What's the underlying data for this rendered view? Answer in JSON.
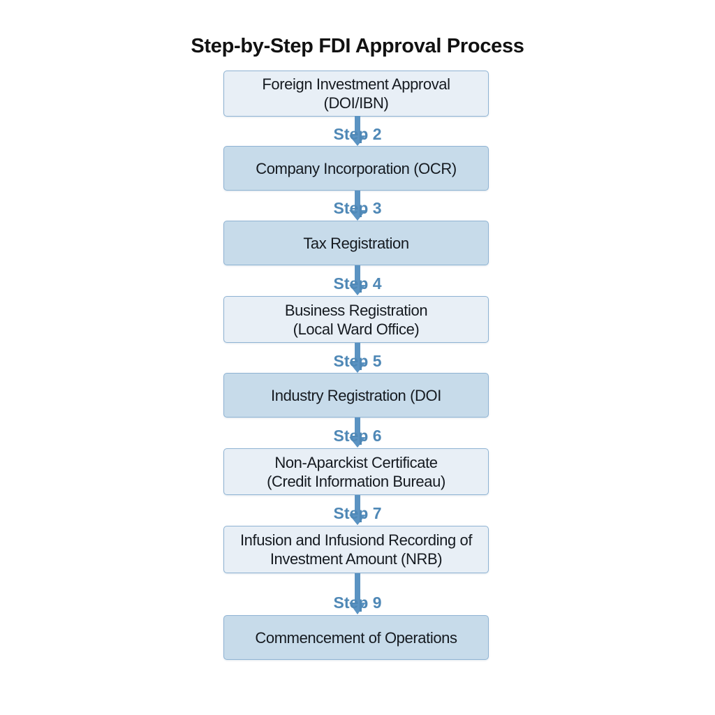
{
  "title": "Step-by-Step FDI Approval Process",
  "colors": {
    "box_light": "#e8eff6",
    "box_dark": "#c7dbea",
    "box_border": "#8fb3d3",
    "step_label": "#4f88b6",
    "arrow": "#5b93c2"
  },
  "steps": [
    {
      "text": "Foreign Investment Approval\n(DOI/IBN)"
    },
    {
      "label": "Step 2",
      "text": "Company Incorporation (OCR)"
    },
    {
      "label": "Step 3",
      "text": "Tax Registration"
    },
    {
      "label": "Step 4",
      "text": "Business Registration\n(Local Ward Office)"
    },
    {
      "label": "Step 5",
      "text": "Industry Registration (DOI"
    },
    {
      "label": "Step 6",
      "text": "Non-Aparckist Certificate\n(Credit Information Bureau)"
    },
    {
      "label": "Step 7",
      "text": "Infusion and Infusiond Recording of\nInvestment Amount (NRB)"
    },
    {
      "label": "Step 9",
      "text": "Commencement of Operations"
    }
  ]
}
